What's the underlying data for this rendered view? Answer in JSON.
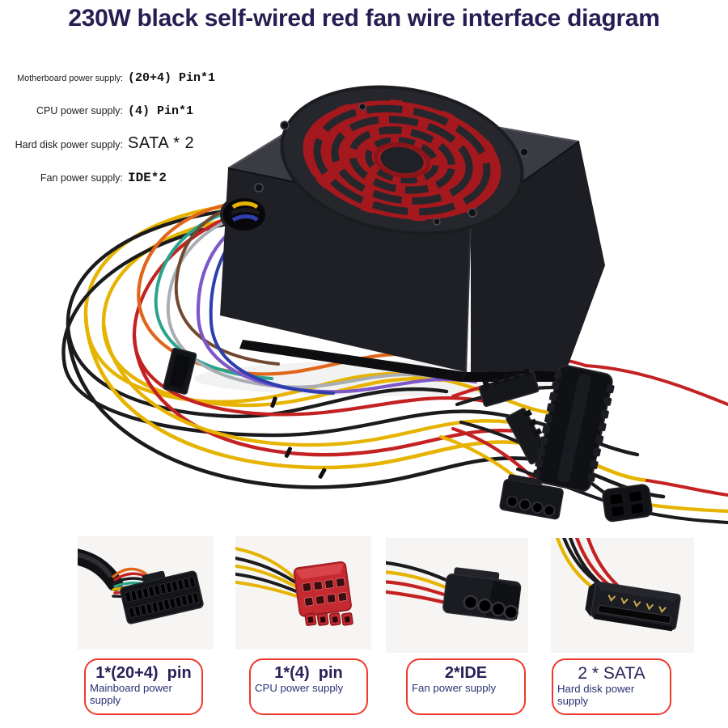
{
  "title": {
    "text": "230W black self-wired red fan wire interface diagram"
  },
  "specs": [
    {
      "label": "Motherboard power supply:",
      "value": "(20+4) Pin*1"
    },
    {
      "label": "CPU power supply:",
      "value": "(4) Pin*1"
    },
    {
      "label": "Hard disk power supply:",
      "value": "SATA * 2"
    },
    {
      "label": "Fan power supply:",
      "value": "IDE*2"
    }
  ],
  "connectors": [
    {
      "heading": "1*(20+4)  pin",
      "caption": "Mainboard power supply",
      "photo": "atx-24pin-connector"
    },
    {
      "heading": "1*(4)  pin",
      "caption": "CPU power supply",
      "photo": "cpu-4pin-red-connector"
    },
    {
      "heading": "2*IDE",
      "caption": "Fan power supply",
      "photo": "ide-molex-connector"
    },
    {
      "heading": "2 * SATA",
      "caption": "Hard disk power supply",
      "photo": "sata-power-connector"
    }
  ],
  "colors": {
    "title_text": "#251e52",
    "accent_red": "#ee3a2c",
    "heading_navy": "#2a2158",
    "caption_blue": "#2a3173",
    "spec_text": "#1d1d1f",
    "thumb_bg": "#f6f5f3",
    "fan_red": "#a5191e",
    "psu_top": "#3a3b43",
    "psu_front": "#1f2026",
    "psu_side": "#15161a",
    "wire_yellow": "#e6b400",
    "wire_red": "#c42222",
    "wire_orange": "#e0661c",
    "wire_black": "#1b1b1e",
    "wire_teal": "#2ba48e",
    "wire_gray": "#a8aeb4",
    "wire_brown": "#70492f",
    "wire_purple": "#7e57c8",
    "wire_blue": "#2e3eae"
  }
}
